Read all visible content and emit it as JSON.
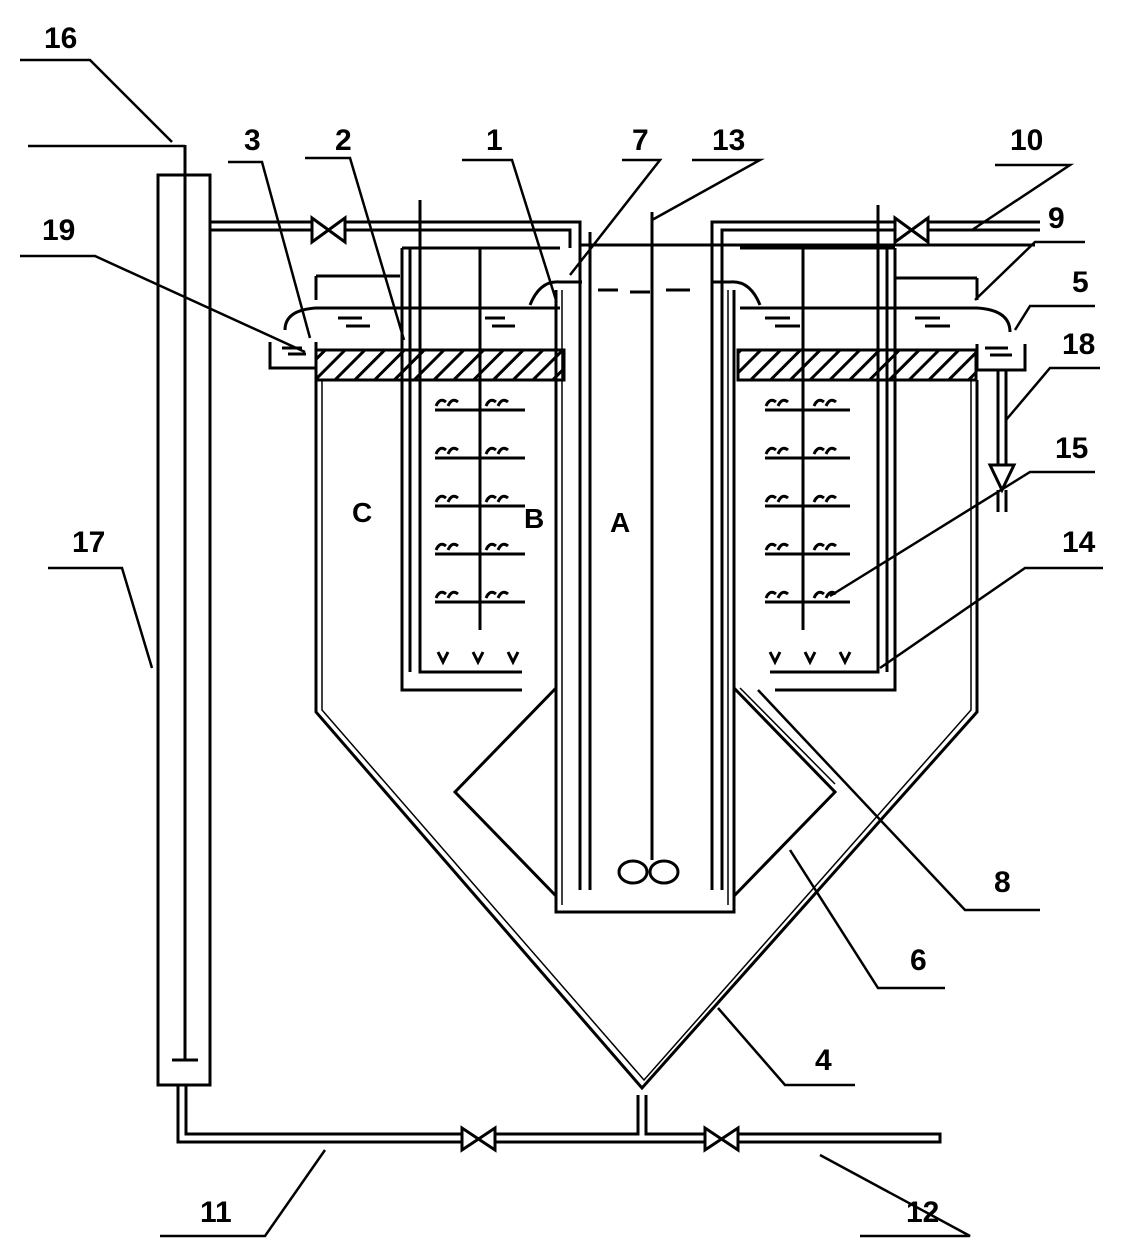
{
  "labels": {
    "l1": "1",
    "l2": "2",
    "l3": "3",
    "l4": "4",
    "l5": "5",
    "l6": "6",
    "l7": "7",
    "l8": "8",
    "l9": "9",
    "l10": "10",
    "l11": "11",
    "l12": "12",
    "l13": "13",
    "l14": "14",
    "l15": "15",
    "l16": "16",
    "l17": "17",
    "l18": "18",
    "l19": "19"
  },
  "zones": {
    "a": "A",
    "b": "B",
    "c": "C"
  }
}
